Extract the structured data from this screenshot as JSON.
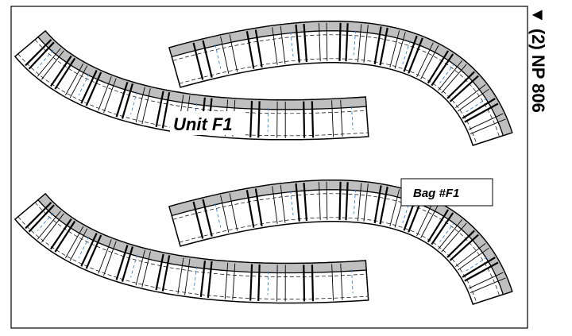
{
  "labels": {
    "unit": "Unit F1",
    "bag": "Bag #F1",
    "side_marker": "▼ (2) NP 806"
  },
  "colors": {
    "band_gray": "#bfbfbf",
    "accent_blue": "#3a86d4",
    "outline": "#000000"
  }
}
